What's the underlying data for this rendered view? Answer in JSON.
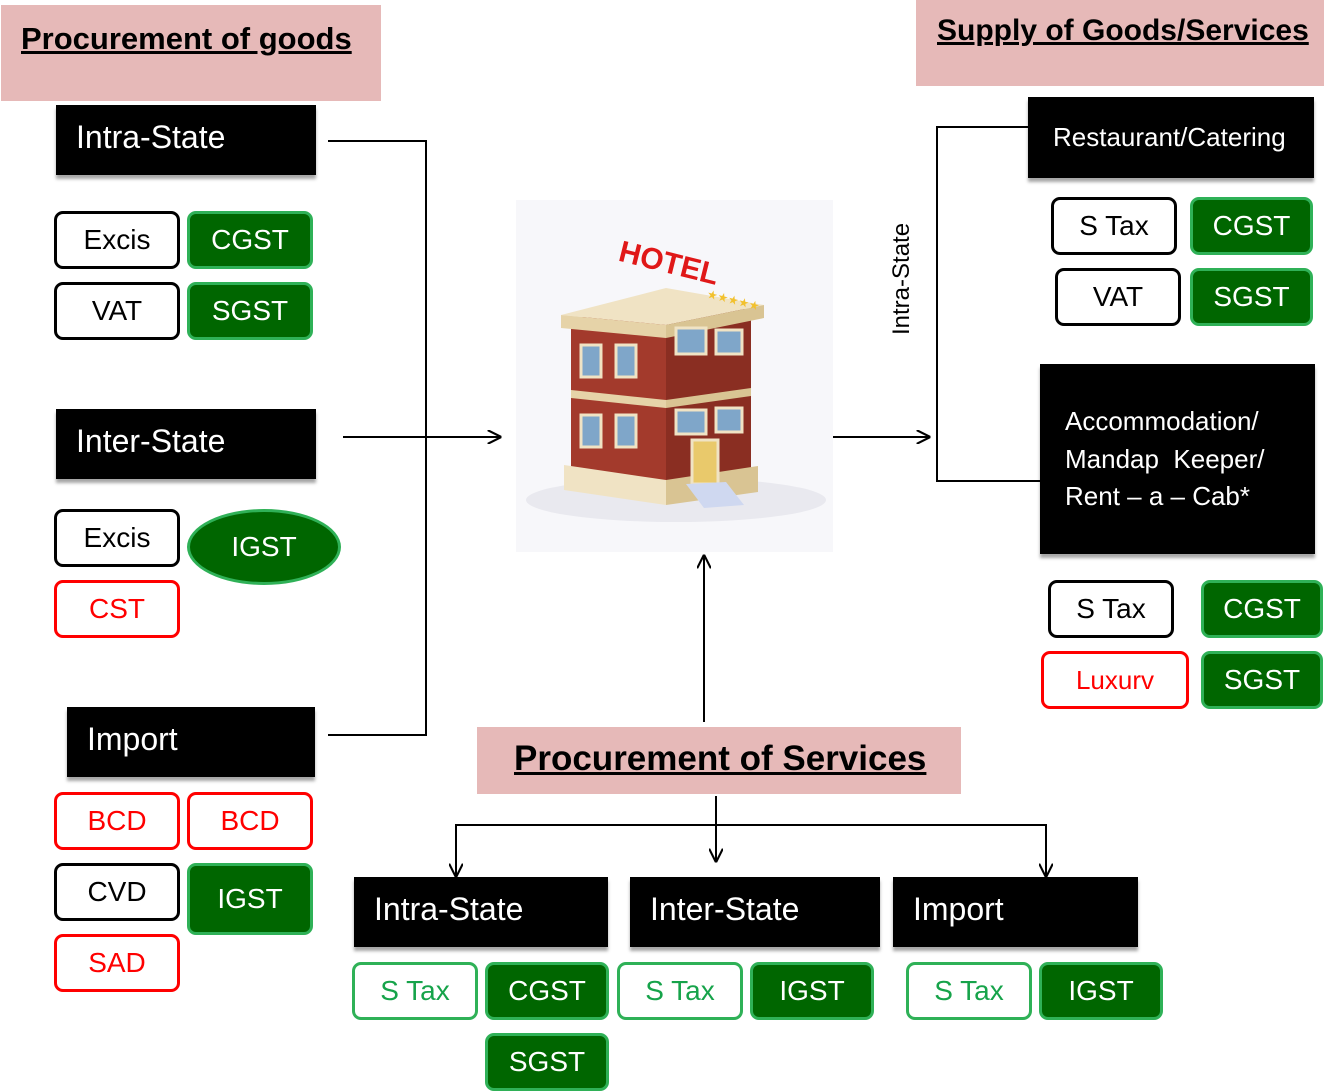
{
  "headers": {
    "procurement_goods": "Procurement of goods",
    "supply": "Supply of Goods/Services",
    "procurement_services": "Procurement of Services"
  },
  "goods": {
    "intra_state": {
      "label": "Intra-State",
      "excise": "Excis",
      "vat": "VAT",
      "cgst": "CGST",
      "sgst": "SGST"
    },
    "inter_state": {
      "label": "Inter-State",
      "excise": "Excis",
      "cst": "CST",
      "igst": "IGST"
    },
    "import": {
      "label": "Import",
      "bcd_old": "BCD",
      "bcd_new": "BCD",
      "cvd": "CVD",
      "igst": "IGST",
      "sad": "SAD"
    }
  },
  "hotel": {
    "sign": "HOTEL",
    "stars": "★★★★★"
  },
  "supply": {
    "intra_state_label": "Intra-State",
    "restaurant": {
      "label": "Restaurant/Catering",
      "stax": "S Tax",
      "vat": "VAT",
      "cgst": "CGST",
      "sgst": "SGST"
    },
    "accommodation": {
      "line1": "Accommodation/",
      "line2": "Mandap  Keeper/",
      "line3": "Rent – a – Cab*",
      "stax": "S Tax",
      "luxury": "Luxurv",
      "cgst": "CGST",
      "sgst": "SGST"
    }
  },
  "services": {
    "intra_state": {
      "label": "Intra-State",
      "stax": "S Tax",
      "cgst": "CGST",
      "sgst": "SGST"
    },
    "inter_state": {
      "label": "Inter-State",
      "stax": "S Tax",
      "igst": "IGST"
    },
    "import": {
      "label": "Import",
      "stax": "S Tax",
      "igst": "IGST"
    }
  },
  "colors": {
    "header_bg": "#e6b9b8",
    "black_box": "#000000",
    "gst_green": "#006600",
    "gst_border": "#2fb157",
    "old_tax_red": "#ff0000"
  }
}
